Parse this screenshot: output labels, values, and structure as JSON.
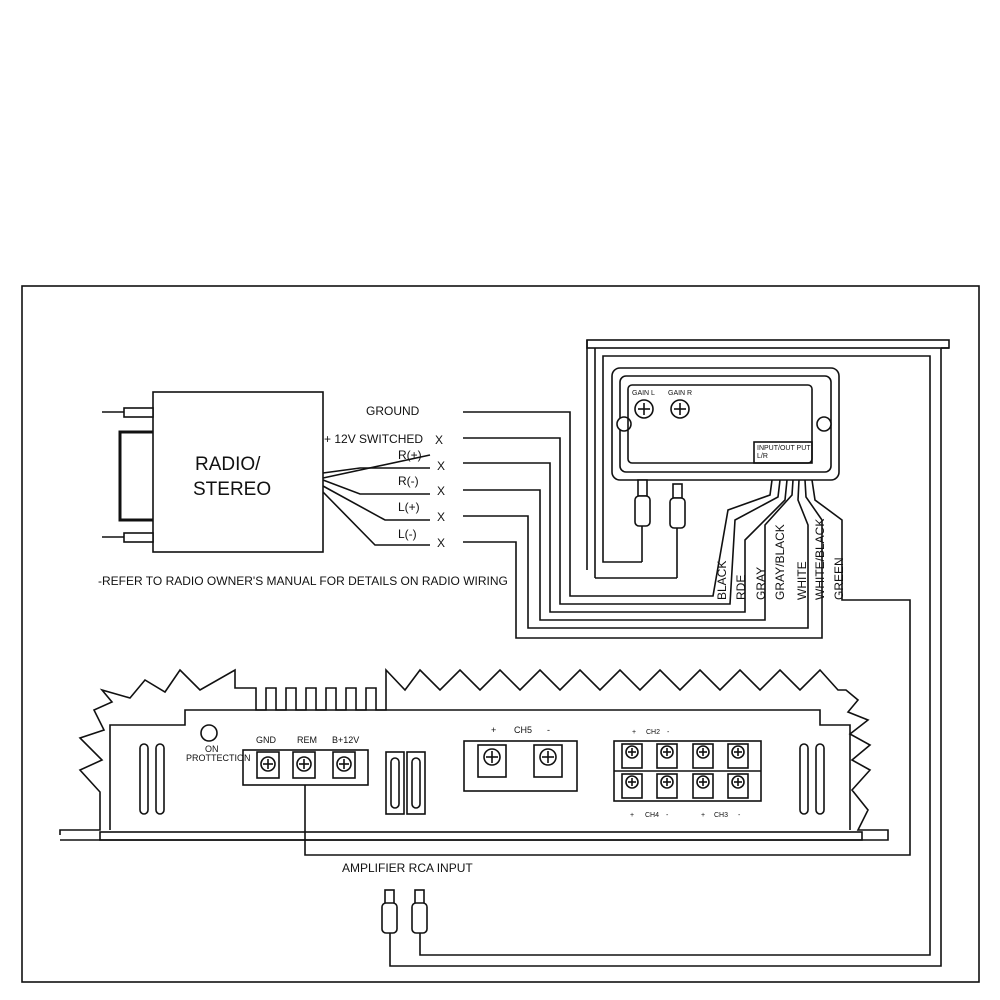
{
  "radio": {
    "title_line1": "RADIO/",
    "title_line2": "STEREO",
    "note": "-REFER TO RADIO OWNER'S MANUAL FOR DETAILS ON RADIO WIRING"
  },
  "radio_outputs": {
    "ground": "GROUND",
    "switched": "+ 12V SWITCHED",
    "r_plus": "R(+)",
    "r_minus": "R(-)",
    "l_plus": "L(+)",
    "l_minus": "L(-)",
    "x_mark": "X"
  },
  "converter": {
    "gain_l": "GAIN L",
    "gain_r": "GAIN R",
    "io_line1": "INPUT/OUT PUT",
    "io_line2": "L/R"
  },
  "wire_colors": [
    "BLACK",
    "RDE",
    "GRAY",
    "GRAY/BLACK",
    "WHITE",
    "WHITE/BLACK",
    "GREEN"
  ],
  "amplifier": {
    "on_line1": "ON",
    "on_line2": "PROTTECTION",
    "gnd": "GND",
    "rem": "REM",
    "b12": "B+12V",
    "ch5": "CH5",
    "ch2": "CH2",
    "ch3": "CH3",
    "ch4": "CH4",
    "plus": "+",
    "minus": "-",
    "rca_input": "AMPLIFIER RCA INPUT"
  }
}
